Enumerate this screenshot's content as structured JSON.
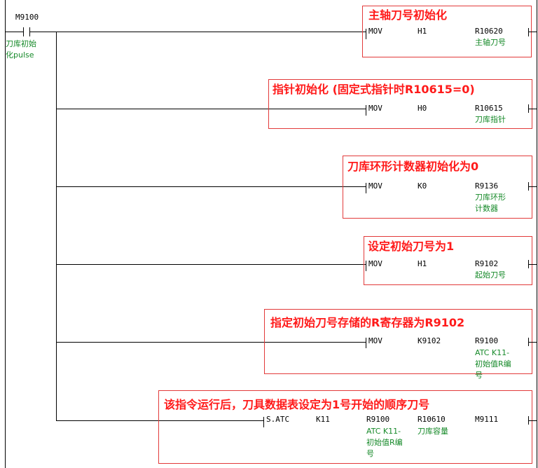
{
  "contact": {
    "device": "M9100",
    "comment_line1": "刀库初始",
    "comment_line2": "化pulse"
  },
  "rungs": [
    {
      "annotation": "主轴刀号初始化",
      "instruction": "MOV",
      "source": "H1",
      "dest": "R10620",
      "dest_comment": [
        "主轴刀号"
      ]
    },
    {
      "annotation": "指针初始化 (固定式指针时R10615=0)",
      "instruction": "MOV",
      "source": "H0",
      "dest": "R10615",
      "dest_comment": [
        "刀库指针"
      ]
    },
    {
      "annotation": "刀库环形计数器初始化为0",
      "instruction": "MOV",
      "source": "K0",
      "dest": "R9136",
      "dest_comment": [
        "刀库环形",
        "计数器"
      ]
    },
    {
      "annotation": "设定初始刀号为1",
      "instruction": "MOV",
      "source": "H1",
      "dest": "R9102",
      "dest_comment": [
        "起始刀号"
      ]
    },
    {
      "annotation": "指定初始刀号存储的R寄存器为R9102",
      "instruction": "MOV",
      "source": "K9102",
      "dest": "R9100",
      "dest_comment": [
        "ATC K11-",
        "初始值R编",
        "号"
      ]
    },
    {
      "annotation": "该指令运行后，刀具数据表设定为1号开始的顺序刀号",
      "instruction": "S.ATC",
      "operands": [
        "K11",
        "R9100",
        "R10610",
        "M9111"
      ],
      "operand_comments": [
        [],
        [
          "ATC K11-",
          "初始值R编",
          "号"
        ],
        [
          "刀库容量"
        ],
        []
      ]
    }
  ],
  "colors": {
    "annotation": "#ff1a1a",
    "box": "#e23a3a",
    "comment": "#178a2a"
  }
}
